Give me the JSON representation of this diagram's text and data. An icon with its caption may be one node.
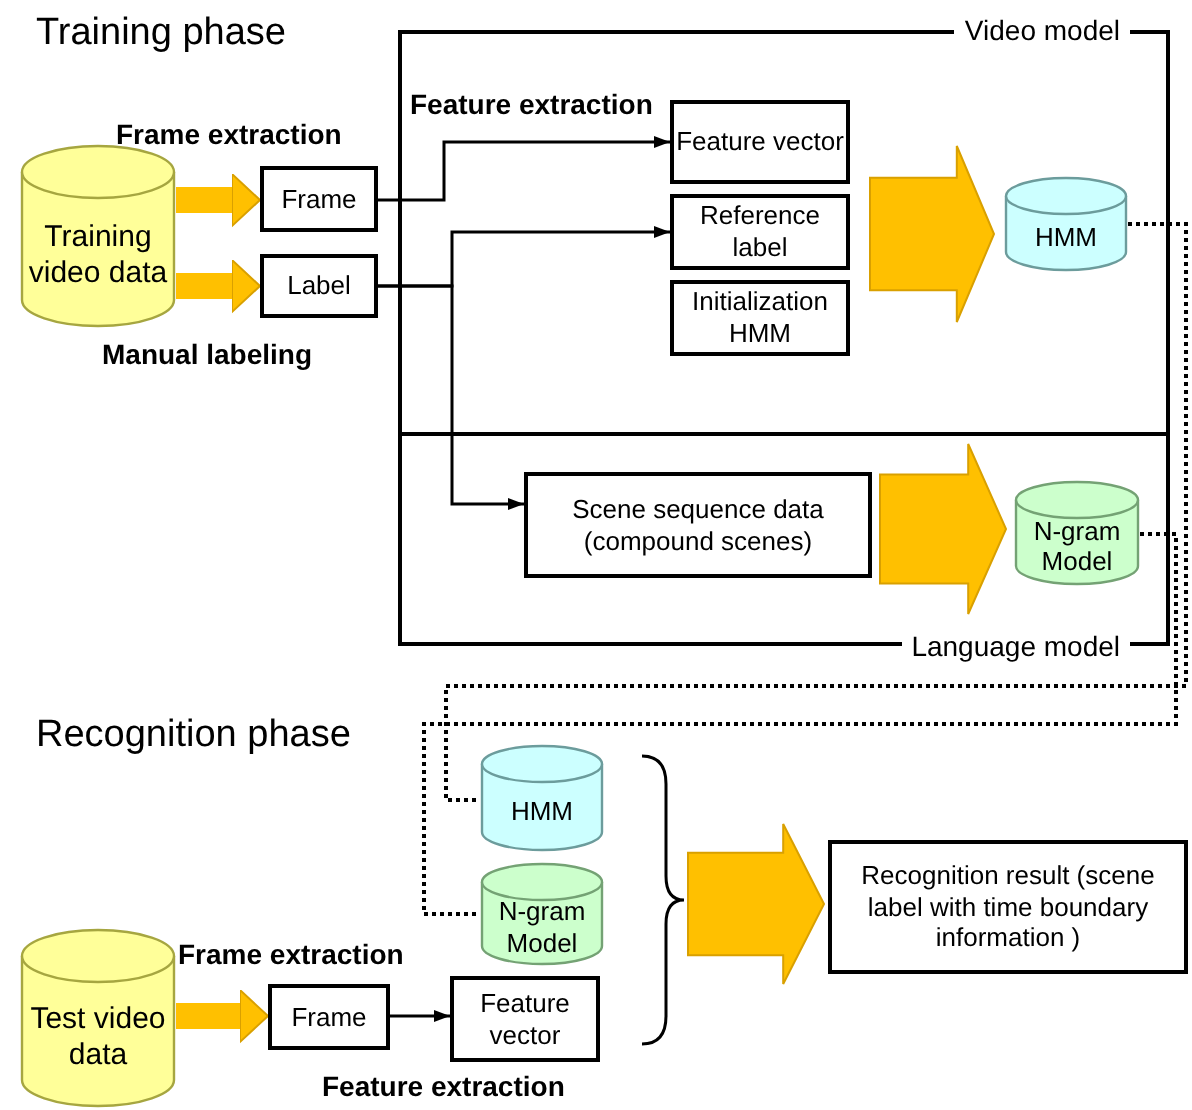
{
  "diagram": {
    "nodes": [
      {
        "text": [
          "Training video data"
        ]
      },
      {
        "text": [
          "Frame"
        ]
      },
      {
        "text": [
          "Label"
        ]
      },
      {
        "text": [
          "Video model"
        ]
      },
      {
        "text": [
          "Feature vector"
        ],
        "in": 3
      },
      {
        "text": [
          "Reference label"
        ],
        "in": 3
      },
      {
        "text": [
          "Initialization HMM"
        ],
        "in": 3
      },
      {
        "text": [
          "HMM"
        ],
        "in": 3
      },
      {
        "text": [
          "Language model"
        ]
      },
      {
        "text": [
          "Scene sequence data (compound scenes)"
        ],
        "in": 8
      },
      {
        "text": [
          "N-gram Model"
        ],
        "in": 8
      },
      {
        "text": [
          "HMM"
        ]
      },
      {
        "text": [
          "N-gram Model"
        ]
      },
      {
        "text": [
          "Test video data"
        ]
      },
      {
        "text": [
          "Frame"
        ]
      },
      {
        "text": [
          "Feature vector"
        ]
      },
      {
        "text": [
          "Recognition result (scene label with time boundary information )"
        ]
      }
    ],
    "edges": [
      {
        "from": 0,
        "to": 1,
        "arrow": "to",
        "style": "thick",
        "color": "#ffc000"
      },
      {
        "from": 0,
        "to": 2,
        "arrow": "to",
        "style": "thick",
        "color": "#ffc000"
      },
      {
        "from": 1,
        "to": 4,
        "arrow": "to"
      },
      {
        "from": 2,
        "to": 5,
        "arrow": "to"
      },
      {
        "from": 2,
        "to": 9,
        "arrow": "to"
      },
      {
        "from": 7,
        "to": 11,
        "arrow": "none",
        "style": "dashed"
      },
      {
        "from": 10,
        "to": 12,
        "arrow": "none",
        "style": "dashed"
      },
      {
        "from": 13,
        "to": 14,
        "arrow": "to",
        "style": "thick",
        "color": "#ffc000"
      },
      {
        "from": 14,
        "to": 15,
        "arrow": "to"
      },
      {
        "from": 4,
        "to": 7,
        "arrow": "to",
        "style": "thick",
        "color": "#ffc000"
      },
      {
        "from": 5,
        "to": 7,
        "arrow": "to",
        "style": "thick",
        "color": "#ffc000"
      },
      {
        "from": 6,
        "to": 7,
        "arrow": "to",
        "style": "thick",
        "color": "#ffc000"
      },
      {
        "from": 9,
        "to": 10,
        "arrow": "to",
        "style": "thick",
        "color": "#ffc000"
      },
      {
        "from": 11,
        "to": 16,
        "arrow": "to",
        "style": "thick",
        "color": "#ffc000"
      },
      {
        "from": 12,
        "to": 16,
        "arrow": "to",
        "style": "thick",
        "color": "#ffc000"
      },
      {
        "from": 15,
        "to": 16,
        "arrow": "to",
        "style": "thick",
        "color": "#ffc000"
      }
    ],
    "labels": [
      "Training phase",
      "Feature extraction",
      "Frame extraction",
      "Manual labeling",
      "Recognition phase",
      "Frame extraction",
      "Feature extraction"
    ]
  }
}
